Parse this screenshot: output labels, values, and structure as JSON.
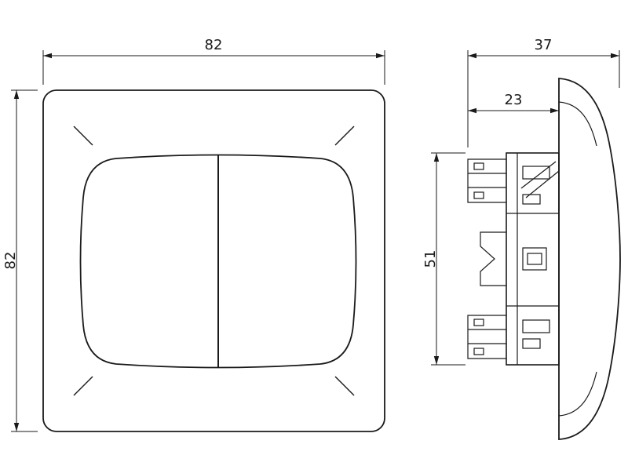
{
  "drawing": {
    "title": "double-rocker-wall-switch-dimension-drawing",
    "front_view": {
      "width_label": "82",
      "height_label": "82"
    },
    "side_view": {
      "depth_label": "37",
      "mechanism_depth_label": "23",
      "mechanism_height_label": "51"
    }
  },
  "style": {
    "line_color": "#1a1a1a",
    "background_color": "#ffffff"
  }
}
